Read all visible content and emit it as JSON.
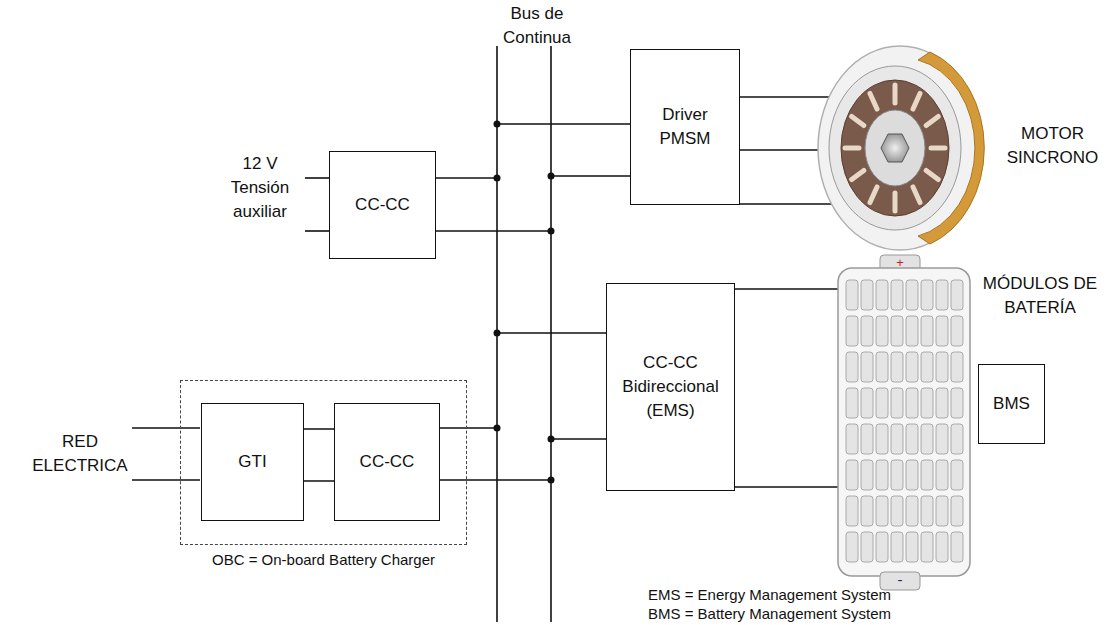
{
  "diagram": {
    "nodes": [
      {
        "text": [
          "CC-CC"
        ]
      },
      {
        "text": [
          "Driver PMSM"
        ]
      },
      {
        "text": [
          "OBC = On-board Battery Charger"
        ]
      },
      {
        "text": [
          "GTI"
        ],
        "in": 2
      },
      {
        "text": [
          "CC-CC"
        ],
        "in": 2
      },
      {
        "text": [
          "CC-CC Bidireccional (EMS)"
        ]
      },
      {
        "text": [
          "BMS"
        ]
      }
    ],
    "edges": [
      {
        "from": 3,
        "to": 4,
        "arrow": "none"
      }
    ],
    "labels": [
      "Bus de Continua",
      "12 V Tensión auxiliar",
      "MOTOR SINCRONO",
      "MÓDULOS DE BATERÍA",
      "RED ELECTRICA",
      "EMS = Energy Management System",
      "BMS = Battery Management System",
      "+",
      "-"
    ]
  }
}
